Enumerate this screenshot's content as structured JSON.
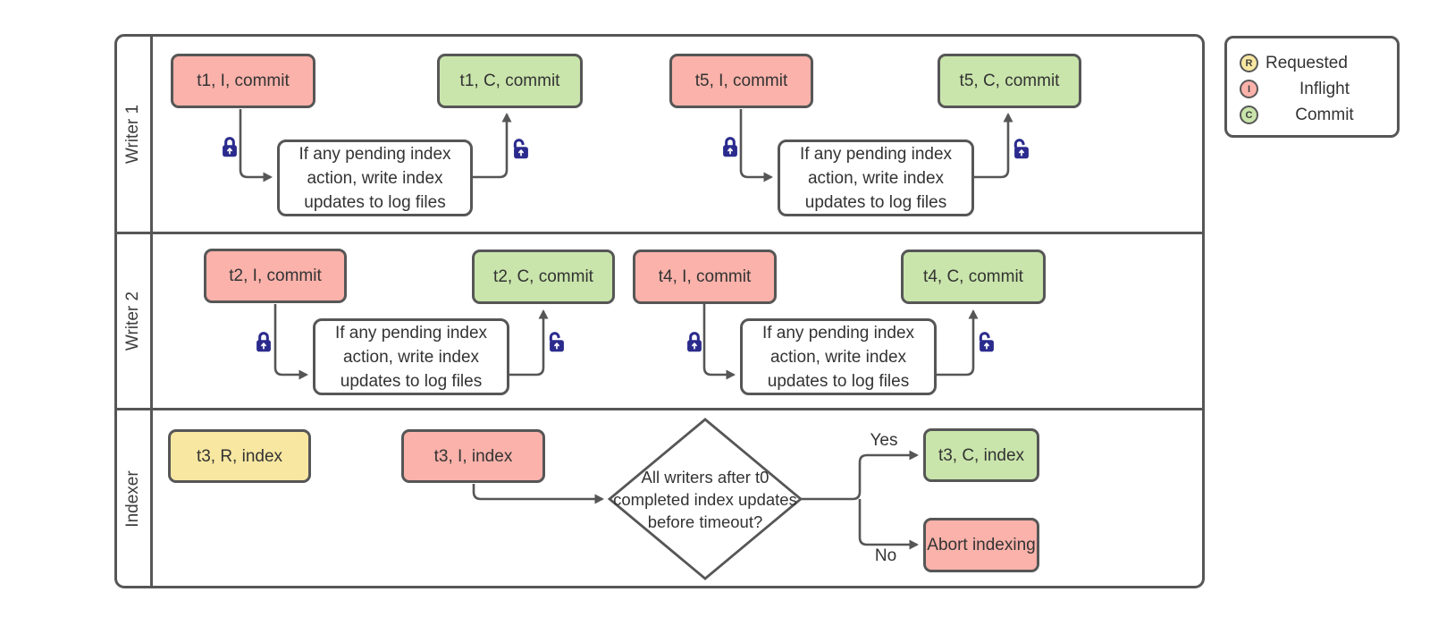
{
  "colors": {
    "requested": "#f8e7a1",
    "inflight": "#fab2aa",
    "commit": "#c9e5ab",
    "lock": "#2b2b8e",
    "stroke": "#565656",
    "text": "#333333"
  },
  "lanes": [
    {
      "label": "Writer 1"
    },
    {
      "label": "Writer 2"
    },
    {
      "label": "Indexer"
    }
  ],
  "legend": {
    "items": [
      {
        "letter": "R",
        "label": "Requested"
      },
      {
        "letter": "I",
        "label": "Inflight"
      },
      {
        "letter": "C",
        "label": "Commit"
      }
    ]
  },
  "nodes": {
    "t1_inflight": "t1, I, commit",
    "t1_commit": "t1, C, commit",
    "t5_inflight": "t5, I, commit",
    "t5_commit": "t5, C, commit",
    "t2_inflight": "t2, I, commit",
    "t2_commit": "t2, C, commit",
    "t4_inflight": "t4, I, commit",
    "t4_commit": "t4, C, commit",
    "t3_requested": "t3, R, index",
    "t3_inflight": "t3, I, index",
    "t3_commit": "t3, C, index",
    "abort": "Abort indexing"
  },
  "process": {
    "lines": [
      "If any pending index",
      "action, write index",
      "updates to log files"
    ]
  },
  "decision": {
    "lines": [
      "All writers after t0",
      "completed index updates",
      "before timeout?"
    ]
  },
  "branch_labels": {
    "yes": "Yes",
    "no": "No"
  }
}
